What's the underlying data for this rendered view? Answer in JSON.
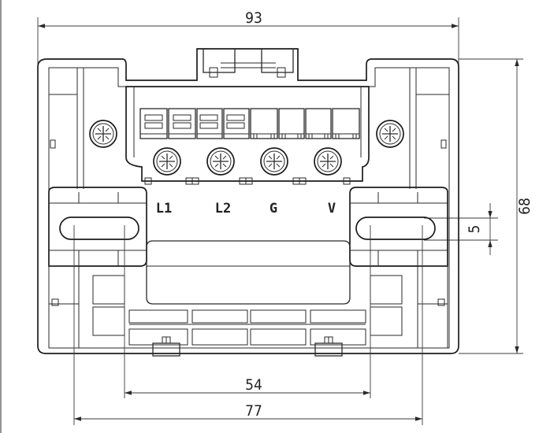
{
  "drawing": {
    "dimensions": {
      "overall_width": "93",
      "overall_height": "68",
      "slot_height": "5",
      "inner_hole_spacing": "54",
      "outer_hole_spacing": "77"
    },
    "terminal_labels": [
      "L1",
      "L2",
      "G",
      "V"
    ]
  }
}
